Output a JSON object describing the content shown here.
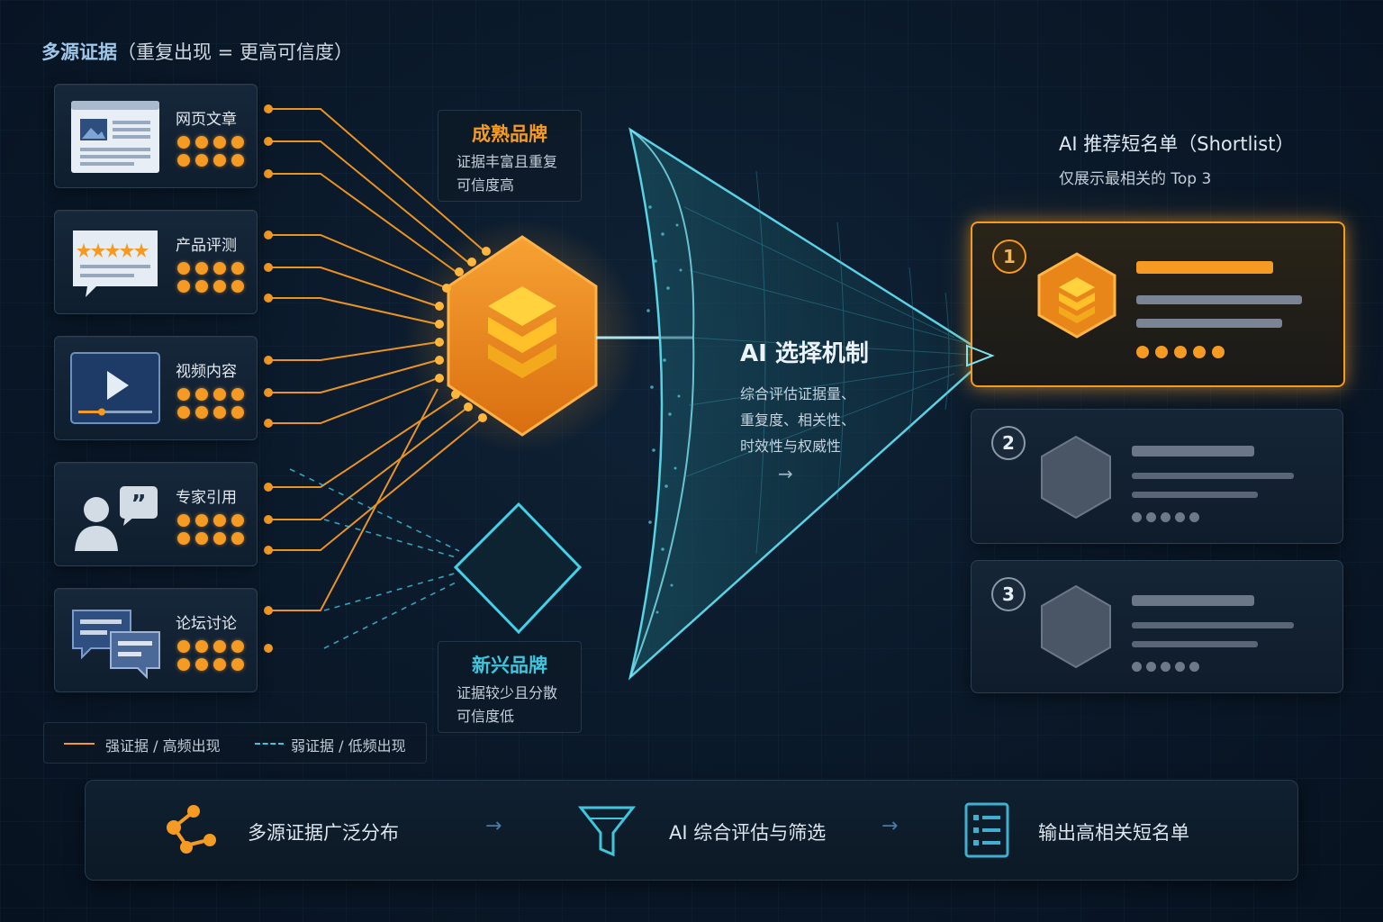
{
  "header": {
    "title_strong": "多源证据",
    "title_note": "（重复出现 = 更高可信度）"
  },
  "sources": [
    {
      "label": "网页文章",
      "icon": "web-article-icon"
    },
    {
      "label": "产品评测",
      "icon": "review-icon"
    },
    {
      "label": "视频内容",
      "icon": "video-icon"
    },
    {
      "label": "专家引用",
      "icon": "expert-quote-icon"
    },
    {
      "label": "论坛讨论",
      "icon": "forum-icon"
    }
  ],
  "mature_brand": {
    "title": "成熟品牌",
    "desc_1": "证据丰富且重复",
    "desc_2": "可信度高"
  },
  "emerging_brand": {
    "title": "新兴品牌",
    "desc_1": "证据较少且分散",
    "desc_2": "可信度低"
  },
  "funnel": {
    "title": "AI 选择机制",
    "desc_1": "综合评估证据量、",
    "desc_2": "重复度、相关性、",
    "desc_3": "时效性与权威性",
    "arrow": "→"
  },
  "shortlist": {
    "title": "AI 推荐短名单（Shortlist）",
    "subtitle": "仅展示最相关的 Top 3",
    "items": [
      {
        "rank": "1"
      },
      {
        "rank": "2"
      },
      {
        "rank": "3"
      }
    ]
  },
  "legend": {
    "strong": "强证据 / 高频出现",
    "weak": "弱证据 / 低频出现"
  },
  "flow": {
    "step1": "多源证据广泛分布",
    "step2": "AI 综合评估与筛选",
    "step3": "输出高相关短名单",
    "arrow": "→"
  },
  "colors": {
    "strong": "#f59a23",
    "weak": "#3fc6dc",
    "background": "#0a1828"
  }
}
